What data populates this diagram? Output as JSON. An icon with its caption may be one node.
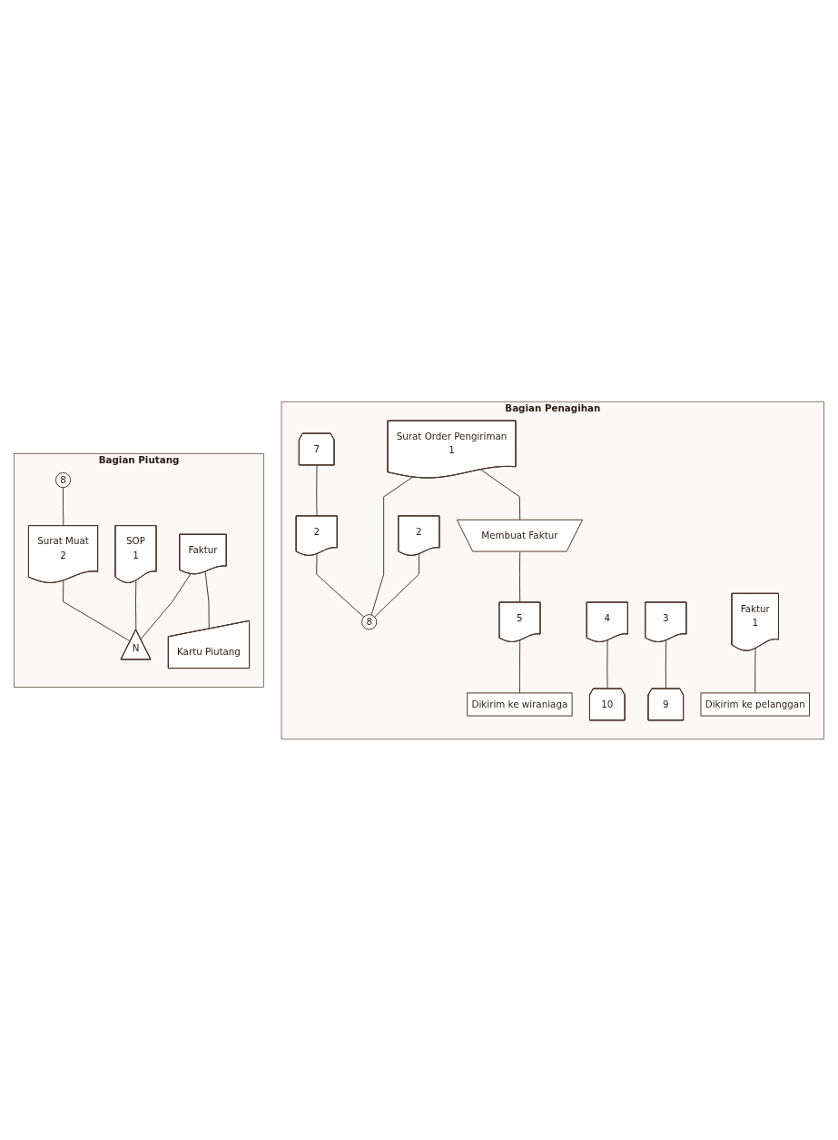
{
  "diagram": {
    "nodes": [
      {
        "text": [
          "Bagian Penagihan"
        ]
      },
      {
        "text": [
          "7"
        ],
        "in": 0
      },
      {
        "text": [
          "2"
        ],
        "in": 0
      },
      {
        "text": [
          "Surat Order Pengiriman",
          "1"
        ],
        "in": 0
      },
      {
        "text": [
          "Membuat Faktur"
        ],
        "in": 0
      },
      {
        "text": [
          "5"
        ],
        "in": 0
      },
      {
        "text": [
          "4"
        ],
        "in": 0
      },
      {
        "text": [
          "3"
        ],
        "in": 0
      },
      {
        "text": [
          "2"
        ],
        "in": 0
      },
      {
        "text": [
          "Faktur",
          "1"
        ],
        "in": 0
      },
      {
        "text": [
          "Dikirim ke pelanggan"
        ],
        "in": 0
      },
      {
        "text": [
          "9"
        ],
        "in": 0
      },
      {
        "text": [
          "10"
        ],
        "in": 0
      },
      {
        "text": [
          "Dikirim ke wiraniaga"
        ],
        "in": 0
      },
      {
        "text": [
          "8"
        ],
        "in": 0
      },
      {
        "text": [
          "Bagian Piutang"
        ]
      },
      {
        "text": [
          "8"
        ],
        "in": 15
      },
      {
        "text": [
          "Surat Muat",
          "2"
        ],
        "in": 15
      },
      {
        "text": [
          "SOP",
          "1"
        ],
        "in": 15
      },
      {
        "text": [
          "Faktur"
        ],
        "in": 15
      },
      {
        "text": [
          "Kartu Piutang"
        ],
        "in": 15
      },
      {
        "text": [
          "N"
        ],
        "in": 15
      }
    ],
    "edges": [
      {
        "from": 1,
        "to": 2,
        "arrow": "none"
      },
      {
        "from": 2,
        "to": 14,
        "arrow": "none"
      },
      {
        "from": 3,
        "to": 14,
        "arrow": "none"
      },
      {
        "from": 3,
        "to": 4,
        "arrow": "none"
      },
      {
        "from": 4,
        "to": 5,
        "arrow": "none"
      },
      {
        "from": 5,
        "to": 13,
        "arrow": "none"
      },
      {
        "from": 6,
        "to": 12,
        "arrow": "none"
      },
      {
        "from": 7,
        "to": 11,
        "arrow": "none"
      },
      {
        "from": 8,
        "to": 14,
        "arrow": "none"
      },
      {
        "from": 9,
        "to": 10,
        "arrow": "none"
      },
      {
        "from": 16,
        "to": 17,
        "arrow": "none"
      },
      {
        "from": 17,
        "to": 21,
        "arrow": "none"
      },
      {
        "from": 18,
        "to": 21,
        "arrow": "none"
      },
      {
        "from": 19,
        "to": 21,
        "arrow": "none"
      },
      {
        "from": 19,
        "to": 20,
        "arrow": "none"
      }
    ]
  }
}
